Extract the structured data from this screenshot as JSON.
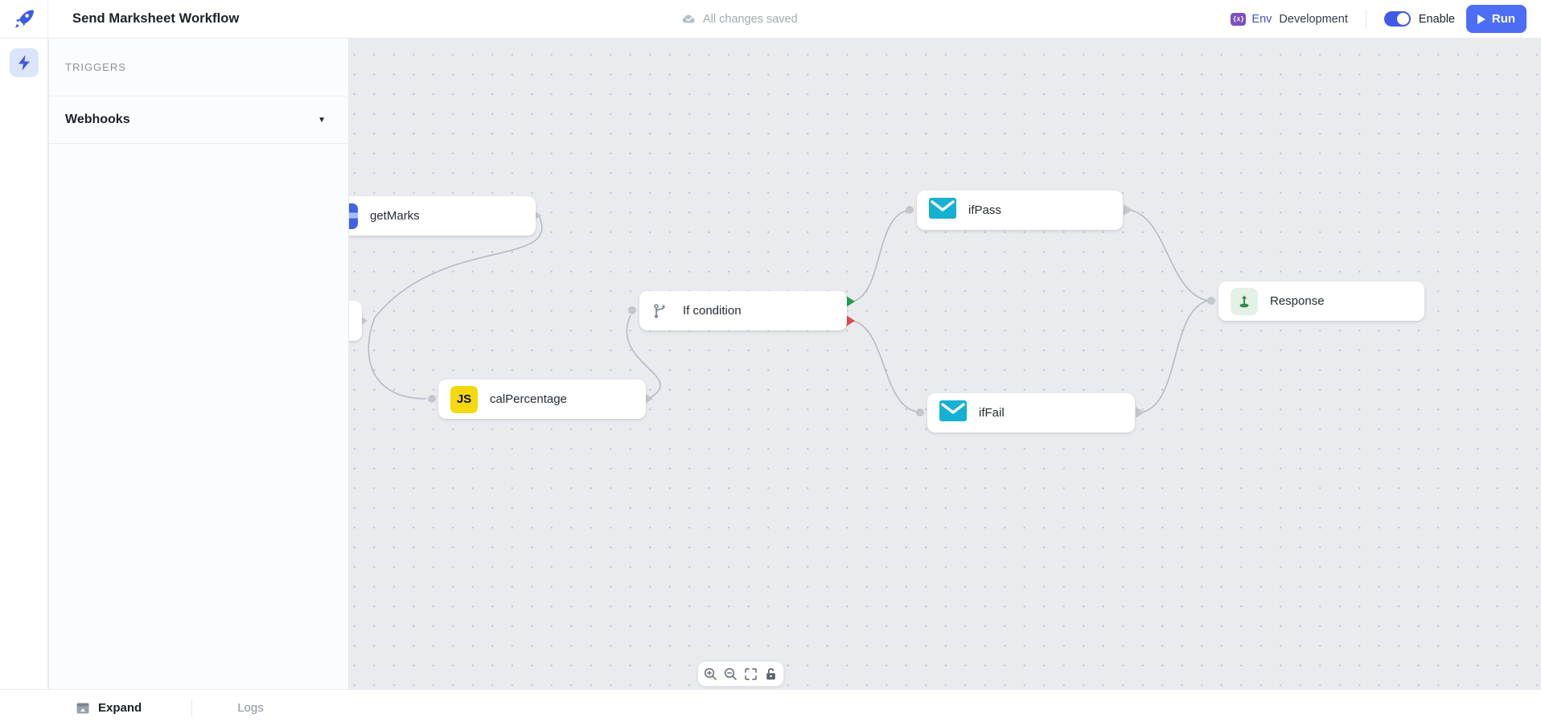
{
  "header": {
    "title": "Send Marksheet Workflow",
    "save_status": "All changes saved",
    "env_badge": "{x}",
    "env_label": "Env",
    "env_value": "Development",
    "enable_label": "Enable",
    "run_label": "Run"
  },
  "sidebar": {
    "section_title": "TRIGGERS",
    "items": [
      {
        "label": "Webhooks"
      }
    ]
  },
  "canvas": {
    "nodes": [
      {
        "id": "getMarks",
        "label": "getMarks",
        "icon": "database-icon"
      },
      {
        "id": "calPercentage",
        "label": "calPercentage",
        "icon": "javascript-icon"
      },
      {
        "id": "if-condition",
        "label": "If condition",
        "icon": "branch-icon"
      },
      {
        "id": "ifPass",
        "label": "ifPass",
        "icon": "mail-icon"
      },
      {
        "id": "ifFail",
        "label": "ifFail",
        "icon": "mail-icon"
      },
      {
        "id": "response",
        "label": "Response",
        "icon": "response-icon"
      }
    ],
    "js_icon_text": "JS"
  },
  "zoom_toolbar": {
    "icons": [
      "zoom-in",
      "zoom-out",
      "fit-view",
      "lock"
    ]
  },
  "footer": {
    "expand_label": "Expand",
    "logs_label": "Logs"
  },
  "colors": {
    "accent": "#4c6ef5",
    "toggle_on": "#4059e8",
    "edge": "#b5bbc4",
    "true_branch": "#21a04b",
    "false_branch": "#e0484f",
    "mail": "#14b1d2",
    "js": "#f6d80f"
  }
}
